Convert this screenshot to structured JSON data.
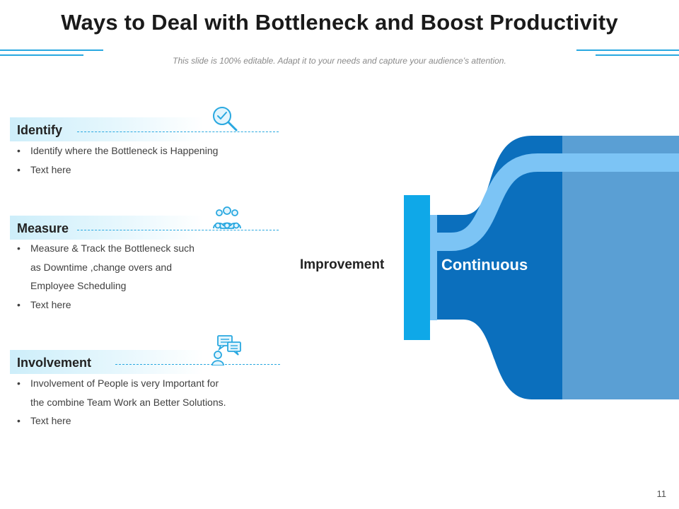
{
  "title": "Ways to Deal with Bottleneck and Boost Productivity",
  "subtitle": "This slide is 100% editable. Adapt it to your needs and capture your audience’s attention.",
  "sections": [
    {
      "title": "Identify",
      "icon": "magnifier-check-icon",
      "lines": [
        "Identify where the Bottleneck is Happening",
        "Text here"
      ]
    },
    {
      "title": "Measure",
      "icon": "team-group-icon",
      "lines": [
        "Measure & Track the Bottleneck such",
        "as Downtime ,change  overs and",
        "Employee Scheduling",
        "Text here"
      ]
    },
    {
      "title": "Involvement",
      "icon": "chat-person-icon",
      "lines": [
        "Involvement of People is very Important  for",
        "the combine Team Work an Better Solutions.",
        "Text here"
      ]
    }
  ],
  "diagram": {
    "left_label": "Improvement",
    "right_label": "Continuous"
  },
  "page_number": "11",
  "colors": {
    "accent": "#29a8e0",
    "bottle_dark": "#0b6fbd",
    "bottle_light": "#5a9fd4",
    "stripe": "#7cc4f5",
    "cap": "#0fa8e8"
  }
}
